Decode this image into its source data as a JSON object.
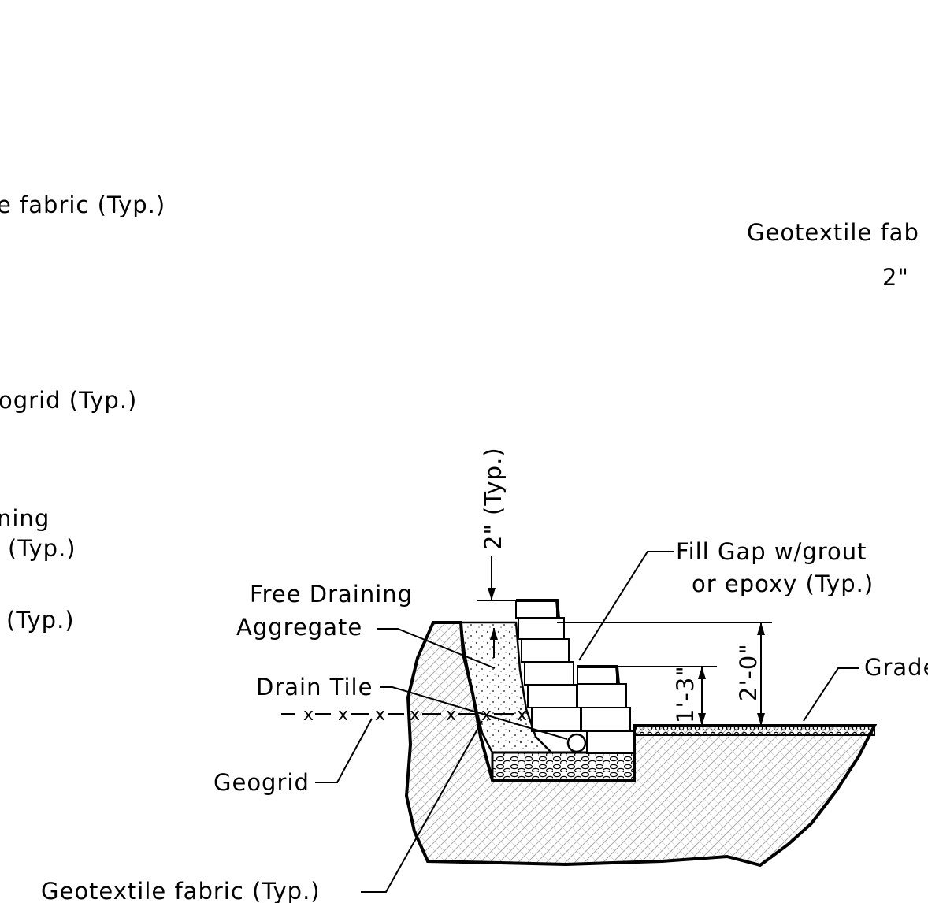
{
  "labels": {
    "geotextile_left_partial": "e fabric (Typ.)",
    "geogrid_left_partial": "ogrid (Typ.)",
    "draining_left_partial": "ning",
    "typ_left_1": "(Typ.)",
    "typ_left_2": "(Typ.)",
    "geotextile_right_partial": "Geotextile fab",
    "two_inch_right_partial": "2\"",
    "two_inch_typ": "2\" (Typ.)",
    "fill_gap_line1": "Fill Gap w/grout",
    "fill_gap_line2": "or epoxy (Typ.)",
    "free_draining_line1": "Free Draining",
    "free_draining_line2": "Aggregate",
    "drain_tile": "Drain Tile",
    "geogrid": "Geogrid",
    "grade_partial": "Grade",
    "geotextile_bottom": "Geotextile fabric (Typ.)",
    "dim_2_0": "2'-0\"",
    "dim_1_3": "1'-3\""
  },
  "colors": {
    "ink": "#000000",
    "hatch": "#8a8a8a",
    "background": "#ffffff"
  }
}
